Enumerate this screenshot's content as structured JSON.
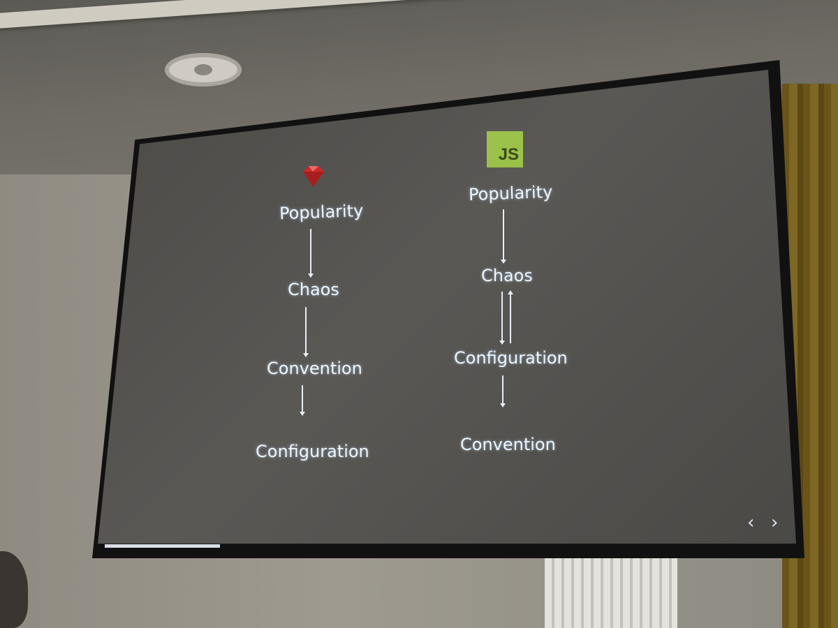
{
  "slide": {
    "ruby_column": {
      "icon": "ruby-gem-icon",
      "steps": [
        "Popularity",
        "Chaos",
        "Convention",
        "Configuration"
      ]
    },
    "js_column": {
      "icon": "js-logo-icon",
      "logo_text": "JS",
      "steps": [
        "Popularity",
        "Chaos",
        "Configuration",
        "Convention"
      ]
    },
    "nav": {
      "prev": "‹",
      "next": "›"
    }
  },
  "colors": {
    "slide_text": "#ecf6ff",
    "ruby_red": "#cc2a2a",
    "js_green": "#9ac24a"
  }
}
